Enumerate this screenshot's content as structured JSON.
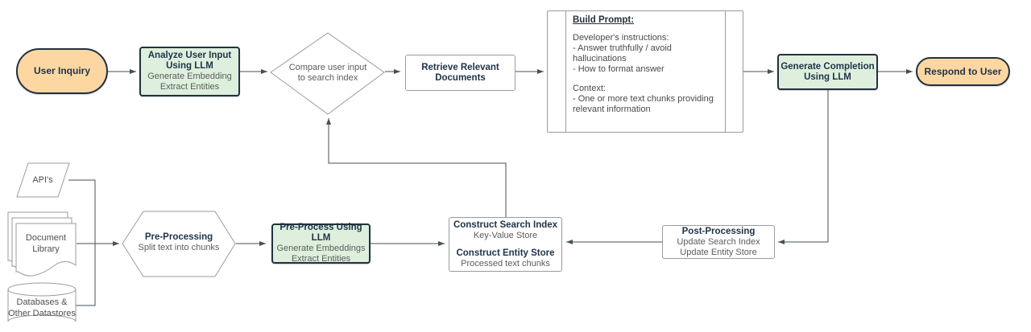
{
  "colors": {
    "node_green_fill": "#def0dd",
    "node_orange_fill": "#fcd7a2",
    "dark_border": "#22313f",
    "gray_border": "#9b9b9b",
    "title_text": "#1e3348",
    "secondary_text": "#5c5c5c",
    "connector_line": "#474f56",
    "background": "#ffffff"
  },
  "nodes": {
    "user_inquiry": {
      "label": "User Inquiry"
    },
    "analyze_user_input": {
      "line1": "Analyze User Input",
      "line2": "Using LLM",
      "line3": "Generate Embedding",
      "line4": "Extract Entities"
    },
    "compare_search_index": {
      "line1": "Compare user input",
      "line2": "to search index"
    },
    "retrieve_documents": {
      "line1": "Retrieve Relevant",
      "line2": "Documents"
    },
    "build_prompt": {
      "heading": "Build Prompt:",
      "group1": [
        "Developer's instructions:",
        "- Answer truthfully / avoid hallucinations",
        "- How to format answer"
      ],
      "group2": [
        "Context:",
        "- One or more text chunks providing",
        "relevant information"
      ]
    },
    "generate_completion": {
      "line1": "Generate Completion",
      "line2": "Using LLM"
    },
    "respond_to_user": {
      "label": "Respond to User"
    },
    "apis": {
      "label": "API's"
    },
    "document_library": {
      "line1": "Document",
      "line2": "Library"
    },
    "databases": {
      "line1": "Databases &",
      "line2": "Other Datastores"
    },
    "pre_processing": {
      "title": "Pre-Processing",
      "subtitle": "Split text into chunks"
    },
    "pre_process_llm": {
      "title": "Pre-Process Using LLM",
      "line2": "Generate Embeddings",
      "line3": "Extract Entities"
    },
    "construct_store": {
      "title1": "Construct Search Index",
      "sub1": "Key-Value Store",
      "title2": "Construct Entity Store",
      "sub2": "Processed text chunks"
    },
    "post_processing": {
      "title": "Post-Processing",
      "line2": "Update Search Index",
      "line3": "Update Entity Store"
    }
  }
}
